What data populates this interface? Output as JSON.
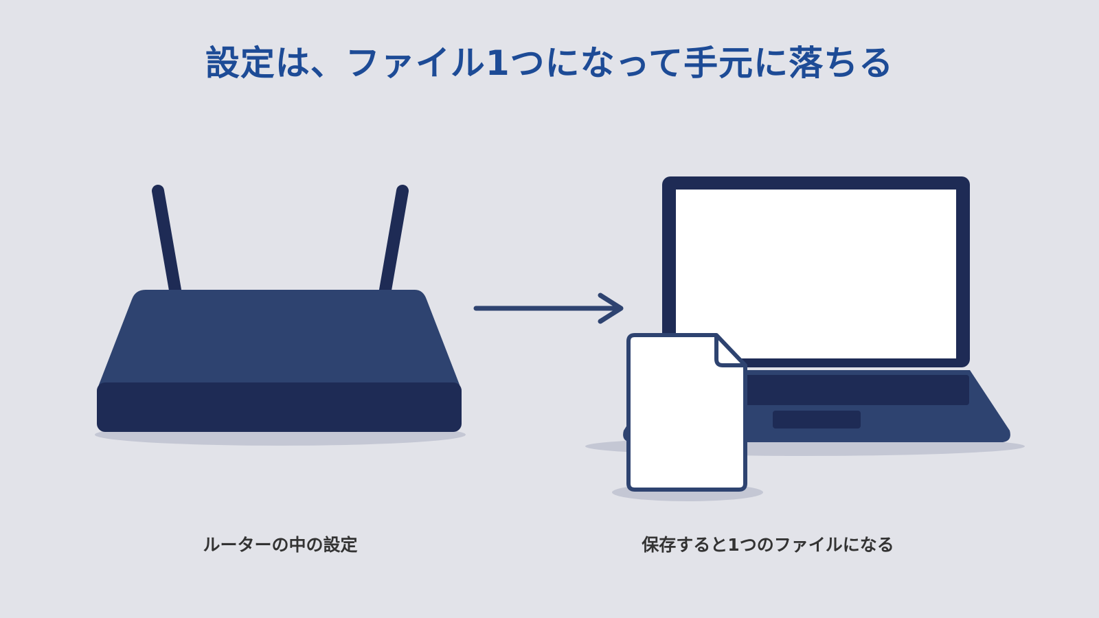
{
  "title": "設定は、ファイル1つになって手元に落ちる",
  "captions": {
    "router": "ルーターの中の設定",
    "file": "保存すると1つのファイルになる"
  },
  "colors": {
    "background": "#e2e3e9",
    "title": "#1d4b96",
    "device_dark": "#1e2b55",
    "device_mid": "#2e4370",
    "shadow": "#c4c7d4",
    "screen": "#ffffff",
    "caption": "#333333"
  },
  "icons": {
    "router": "router-icon",
    "arrow": "arrow-right-icon",
    "laptop": "laptop-icon",
    "file": "file-document-icon"
  }
}
